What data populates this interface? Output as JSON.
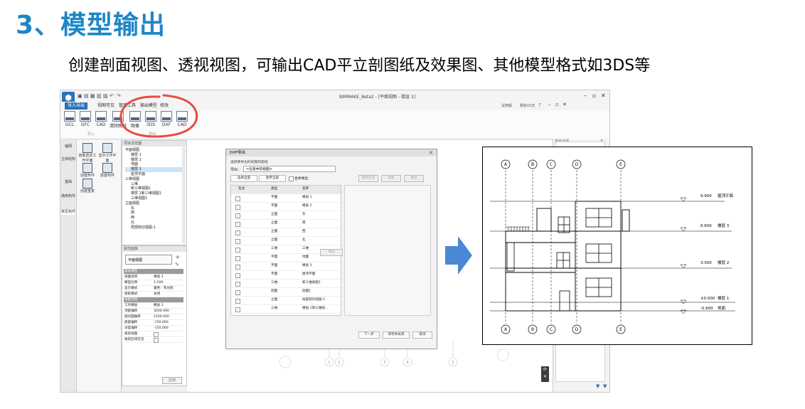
{
  "slide": {
    "title": "3、模型输出",
    "subtitle": "创建剖面视图、透视视图，可输出CAD平立剖图纸及效果图、其他模型格式如3DS等"
  },
  "app": {
    "window_title": "BIMMAKE_Beta2 - [平面视图 - 楼层 3]",
    "title_right": [
      "试用版",
      "剩余15天"
    ],
    "ribbon_tabs": [
      "导入导出",
      "视图可见",
      "管理工具",
      "输出模型",
      "修改"
    ],
    "import_buttons": [
      "GCL",
      "GFC",
      "CAD",
      "清除图纸"
    ],
    "export_buttons": [
      "图像",
      "3DS",
      "DXF",
      "CAD"
    ],
    "group_labels": [
      "导入",
      "导出"
    ],
    "sidebar_items": [
      "轴网",
      "主体结构",
      "基础",
      "通用构件",
      "常见构件"
    ],
    "tools": [
      "拾取选定工作平面",
      "显示工作平面",
      "创建构件",
      "放置构件",
      "创建重复"
    ],
    "view_tree_title": "项目浏览器",
    "view_tree": [
      {
        "label": "平面视图",
        "indent": 0
      },
      {
        "label": "楼层 1",
        "indent": 2
      },
      {
        "label": "楼层 2",
        "indent": 2
      },
      {
        "label": "地面",
        "indent": 2
      },
      {
        "label": "楼层 3",
        "indent": 2,
        "selected": true
      },
      {
        "label": "屋顶平面",
        "indent": 2
      },
      {
        "label": "三维视图",
        "indent": 0
      },
      {
        "label": "三维",
        "indent": 2
      },
      {
        "label": "新三维视图1",
        "indent": 2
      },
      {
        "label": "楼层 1新三维视图1",
        "indent": 2
      },
      {
        "label": "三维视图1",
        "indent": 2
      },
      {
        "label": "立面视图",
        "indent": 0
      },
      {
        "label": "东",
        "indent": 2
      },
      {
        "label": "南",
        "indent": 2
      },
      {
        "label": "西",
        "indent": 2
      },
      {
        "label": "北",
        "indent": 2
      },
      {
        "label": "局部剖切视图-1",
        "indent": 2
      }
    ],
    "props_title": "属性面板",
    "props_type": "平面视图",
    "props": [
      {
        "k": "基本属性",
        "v": "",
        "h": true
      },
      {
        "k": "视图名称",
        "v": "楼层 3"
      },
      {
        "k": "模型比例",
        "v": "1:100"
      },
      {
        "k": "显示模式",
        "v": "着色：有光照"
      },
      {
        "k": "阴影模式",
        "v": "关闭"
      },
      {
        "k": "视图范围",
        "v": "",
        "h": true
      },
      {
        "k": "工作楼层",
        "v": "楼层 3"
      },
      {
        "k": "顶部偏移",
        "v": "3000.000"
      },
      {
        "k": "剖切面偏移",
        "v": "1200.000"
      },
      {
        "k": "底部偏移",
        "v": "-150.000"
      },
      {
        "k": "深度偏移",
        "v": "-150.000"
      },
      {
        "k": "裁剪视图",
        "v": ""
      },
      {
        "k": "裁剪区域可见",
        "v": ""
      }
    ],
    "props_apply": "应用",
    "right_panel_title": "显示过滤",
    "dxf": {
      "title": "DXF导出",
      "instruction": "选择要导出的视图和图纸",
      "export_label": "导出：",
      "export_value": "<任意中的视图>",
      "btn_select_all": "选择全部",
      "btn_deselect": "放弃全部",
      "merge_label": "合并导出",
      "right_buttons": [
        "重新生成",
        "新建",
        "删除"
      ],
      "add_btn": "添加",
      "headers": [
        "包含",
        "类型",
        "名称"
      ],
      "rows": [
        [
          "平面",
          "楼层 1"
        ],
        [
          "平面",
          "楼层 2"
        ],
        [
          "立面",
          "东"
        ],
        [
          "立面",
          "南"
        ],
        [
          "立面",
          "西"
        ],
        [
          "立面",
          "北"
        ],
        [
          "三维",
          "三维"
        ],
        [
          "平面",
          "地面"
        ],
        [
          "平面",
          "楼层 3"
        ],
        [
          "平面",
          "屋顶平面"
        ],
        [
          "三维",
          "新三维视图1"
        ],
        [
          "剖面",
          "剖面1"
        ],
        [
          "立面",
          "局部剖切视图-1"
        ],
        [
          "三维",
          "楼层 1新三维视..."
        ]
      ],
      "next": "下一步",
      "save_close": "保存并关闭",
      "cancel": "取消"
    }
  },
  "drawing": {
    "levels": [
      {
        "elev": "9.900",
        "name": "屋顶平面"
      },
      {
        "elev": "6.600",
        "name": "楼层 3"
      },
      {
        "elev": "3.300",
        "name": "楼层 2"
      },
      {
        "elev": "±0.000",
        "name": "楼层 1"
      },
      {
        "elev": "-0.600",
        "name": "地面"
      }
    ],
    "top_axes": [
      "A",
      "B",
      "C",
      "D",
      "E"
    ],
    "bottom_axes": [
      "A",
      "B",
      "C",
      "D",
      "E"
    ]
  },
  "colors": {
    "title": "#1f86c6",
    "arrow": "#4a88d4",
    "ribbon_active": "#2a74b8",
    "red_mark": "#e84a45"
  }
}
